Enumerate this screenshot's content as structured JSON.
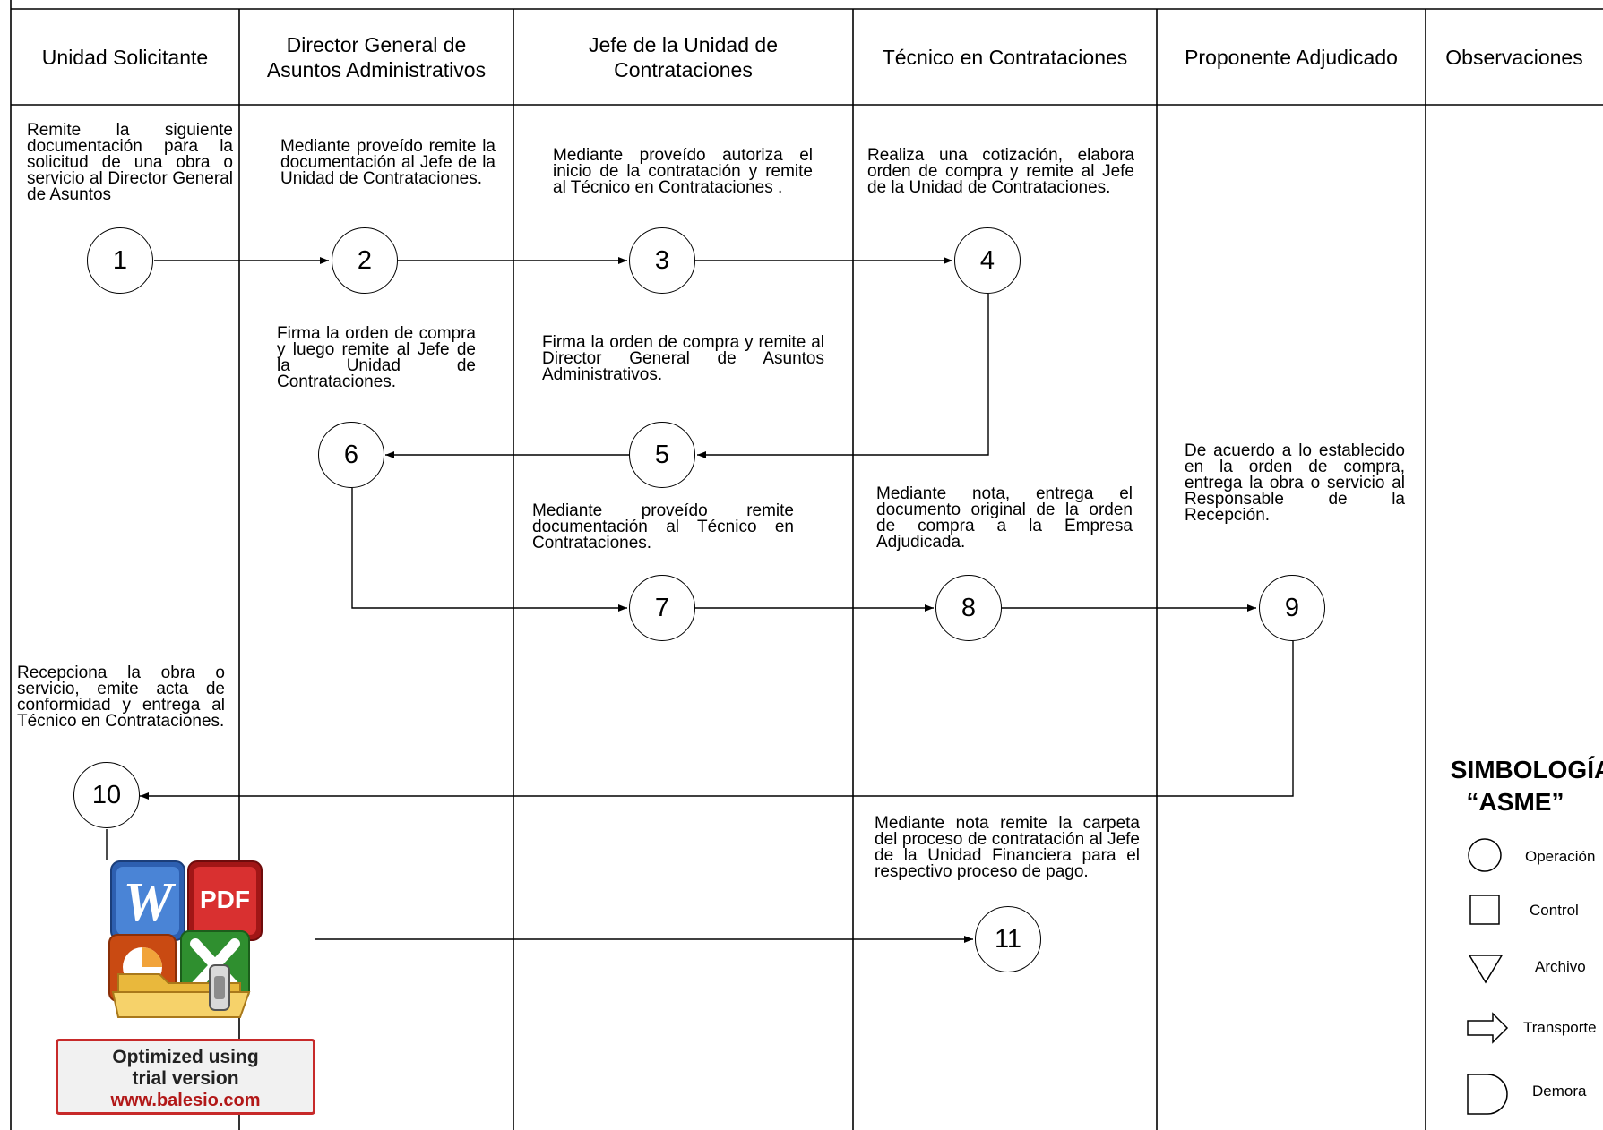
{
  "columns": [
    {
      "id": "unidad",
      "label": "Unidad Solicitante"
    },
    {
      "id": "director",
      "label": "Director General de Asuntos Administrativos"
    },
    {
      "id": "jefe",
      "label": "Jefe de la Unidad de Contrataciones"
    },
    {
      "id": "tecnico",
      "label": "Técnico en Contrataciones"
    },
    {
      "id": "proponente",
      "label": "Proponente Adjudicado"
    },
    {
      "id": "observaciones",
      "label": "Observaciones"
    }
  ],
  "steps": [
    {
      "n": "1",
      "text": "Remite la siguiente documentación para la solicitud de una obra o servicio al Director General de Asuntos"
    },
    {
      "n": "2",
      "text": "Mediante proveído remite la documentación al Jefe de la Unidad de Contrataciones."
    },
    {
      "n": "3",
      "text": "Mediante proveído autoriza el inicio de la contratación y remite al Técnico en Contrataciones ."
    },
    {
      "n": "4",
      "text": "Realiza una cotización, elabora orden de compra y remite al Jefe de la Unidad de Contrataciones."
    },
    {
      "n": "5",
      "text": "Firma la orden de compra y remite al Director General de Asuntos Administrativos."
    },
    {
      "n": "6",
      "text": "Firma la orden de compra y luego remite al Jefe de la Unidad de Contrataciones."
    },
    {
      "n": "7",
      "text": "Mediante proveído remite documentación al Técnico en Contrataciones."
    },
    {
      "n": "8",
      "text": "Mediante nota, entrega el documento original de la orden de compra a la Empresa Adjudicada."
    },
    {
      "n": "9",
      "text": "De acuerdo a lo establecido en la orden de compra, entrega la obra o servicio al Responsable de la Recepción."
    },
    {
      "n": "10",
      "text": "Recepciona la obra o servicio, emite acta de conformidad y entrega al Técnico en Contrataciones."
    },
    {
      "n": "11",
      "text": "Mediante nota remite la carpeta del proceso de contratación al Jefe de la Unidad Financiera para el respectivo proceso de pago."
    }
  ],
  "legend": {
    "title_line1": "SIMBOLOGÍA",
    "title_line2": "“ASME”",
    "items": [
      "Operación",
      "Control",
      "Archivo",
      "Transporte",
      "Demora"
    ]
  },
  "watermark": {
    "icons": [
      "word-icon",
      "pdf-icon",
      "powerpoint-icon",
      "excel-icon",
      "folder-icon",
      "zipper-icon"
    ],
    "icon_labels": [
      "W",
      "PDF"
    ],
    "line1": "Optimized using",
    "line2": "trial version",
    "line3": "www.balesio.com"
  }
}
